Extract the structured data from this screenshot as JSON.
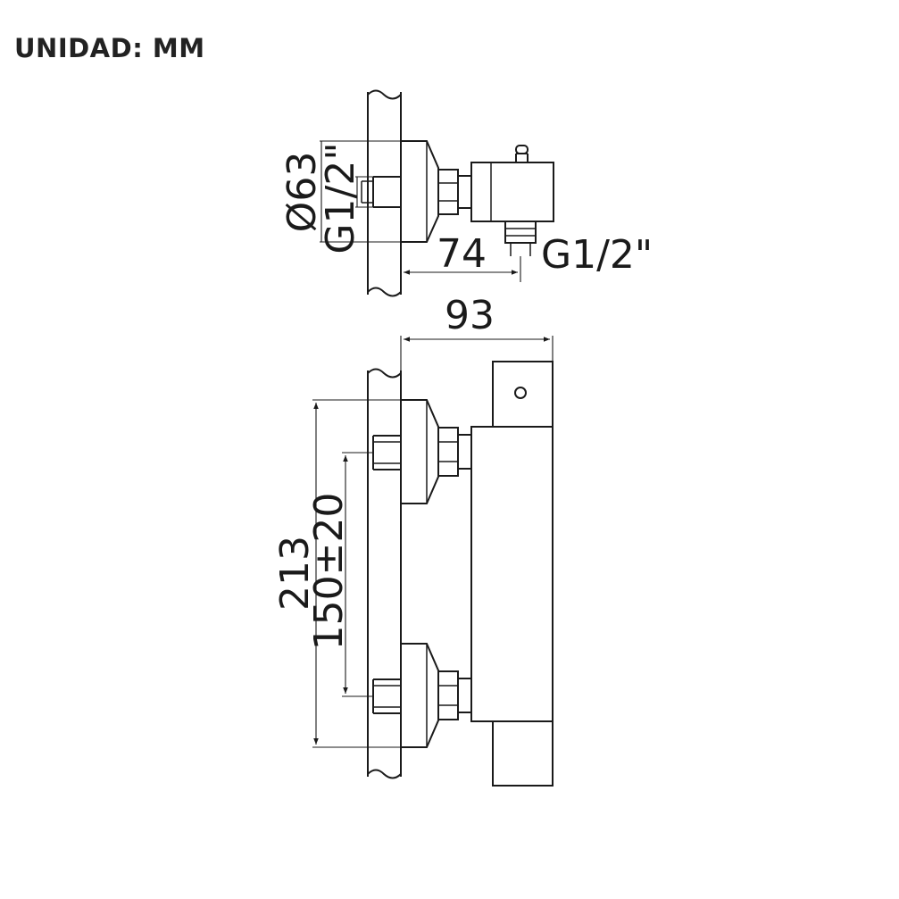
{
  "header": {
    "unit_label": "UNIDAD: MM"
  },
  "dimensions": {
    "diameter": "Ø63",
    "wall_thread": "G1/2\"",
    "depth": "74",
    "outlet_thread": "G1/2\"",
    "total_depth": "93",
    "height": "213",
    "centers": "150±20"
  },
  "colors": {
    "line": "#1a1a1a",
    "background": "#ffffff"
  }
}
